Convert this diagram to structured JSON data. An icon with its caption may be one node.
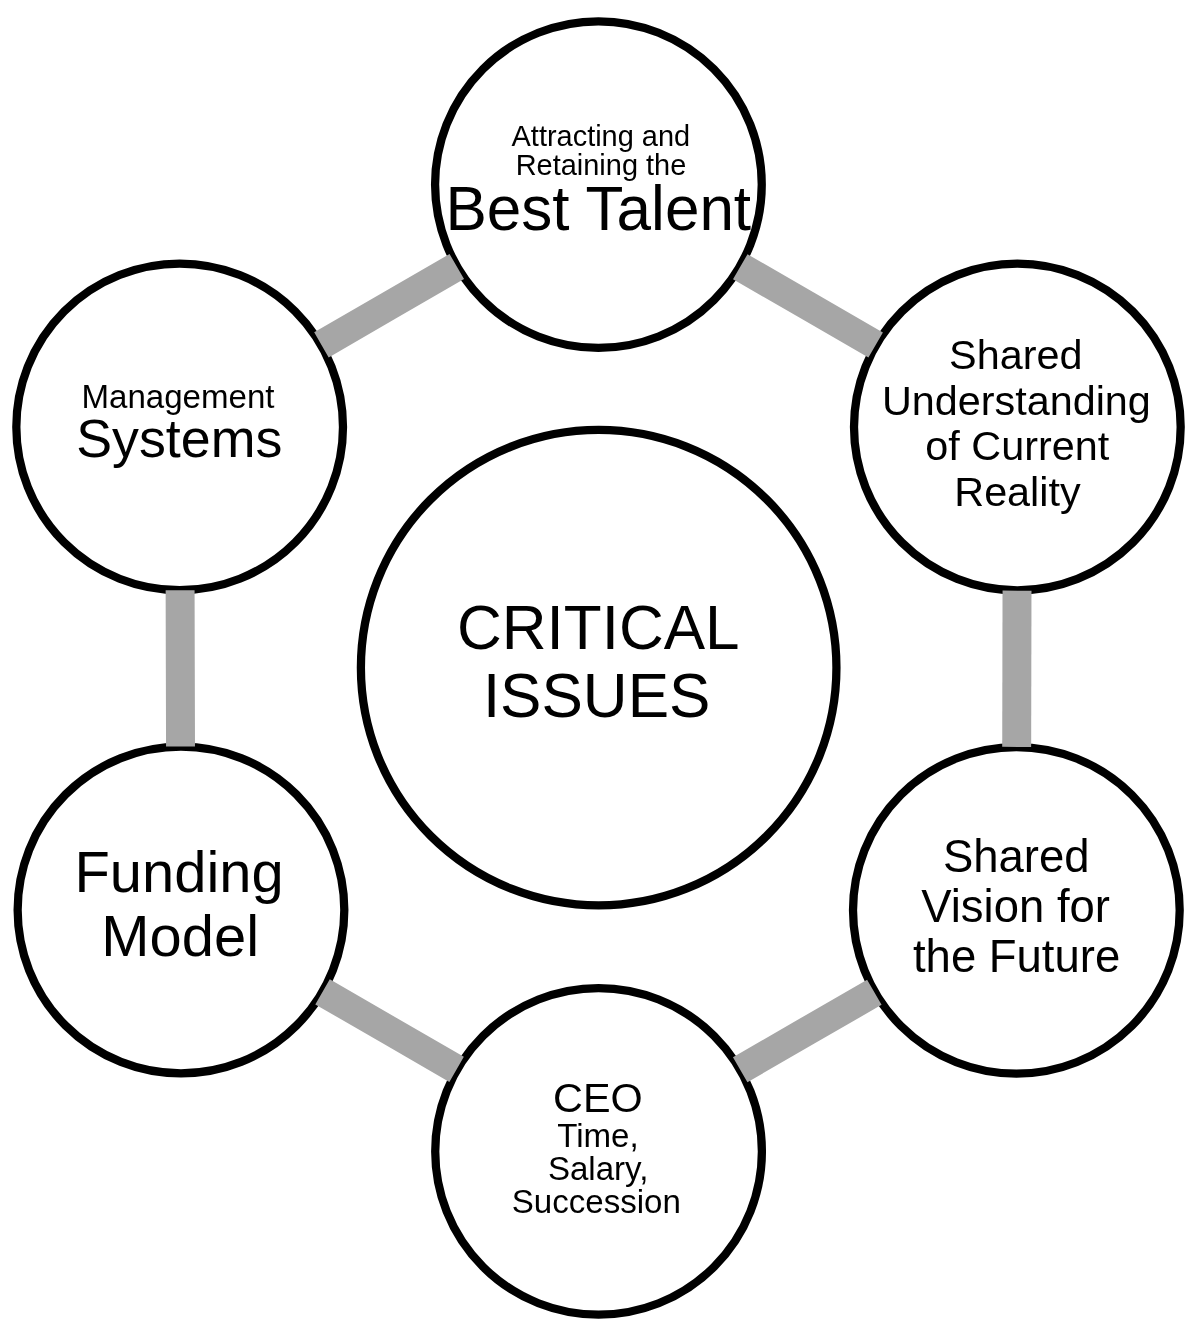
{
  "diagram": {
    "nodes": [
      {
        "text": [
          "Shared Understanding of Current Reality"
        ]
      },
      {
        "text": [
          "Attracting and Retaining the",
          "Best Talent"
        ]
      },
      {
        "text": [
          "Shared Vision for the Future"
        ]
      },
      {
        "text": [
          "CRITICAL ISSUES"
        ]
      },
      {
        "text": [
          "Management",
          "Systems"
        ]
      },
      {
        "text": [
          "CEO",
          "Time, Salary, Succession"
        ]
      },
      {
        "text": [
          "Funding Model"
        ]
      }
    ],
    "edges": [
      {
        "from": 0,
        "to": 2,
        "arrow": "none"
      },
      {
        "from": 2,
        "to": 5,
        "arrow": "none"
      },
      {
        "from": 5,
        "to": 6,
        "arrow": "none"
      },
      {
        "from": 6,
        "to": 4,
        "arrow": "none"
      },
      {
        "from": 4,
        "to": 1,
        "arrow": "none"
      },
      {
        "from": 1,
        "to": 0,
        "arrow": "none"
      }
    ]
  }
}
